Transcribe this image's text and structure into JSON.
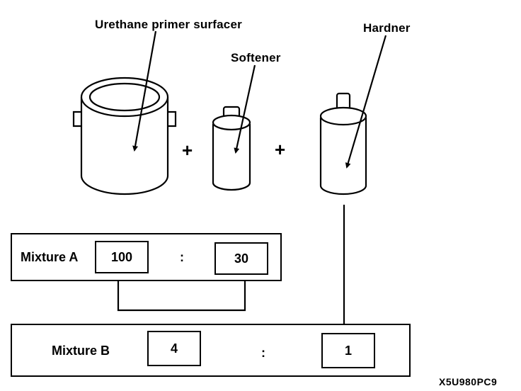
{
  "labels": {
    "primer": "Urethane primer surfacer",
    "softener": "Softener",
    "hardner": "Hardner"
  },
  "operators": {
    "plus": "+",
    "colon": ":"
  },
  "mixture_a": {
    "label": "Mixture A",
    "left_value": "100",
    "right_value": "30"
  },
  "mixture_b": {
    "label": "Mixture B",
    "left_value": "4",
    "right_value": "1"
  },
  "figure_code": "X5U980PC9"
}
